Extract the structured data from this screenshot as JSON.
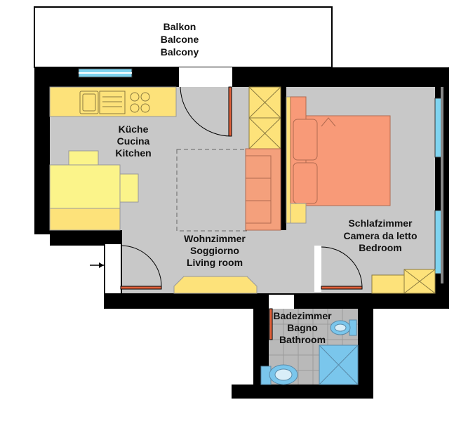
{
  "rooms": {
    "balcony": {
      "de": "Balkon",
      "it": "Balcone",
      "en": "Balcony"
    },
    "kitchen": {
      "de": "Küche",
      "it": "Cucina",
      "en": "Kitchen"
    },
    "living": {
      "de": "Wohnzimmer",
      "it": "Soggiorno",
      "en": "Living room"
    },
    "bedroom": {
      "de": "Schlafzimmer",
      "it": "Camera da letto",
      "en": "Bedroom"
    },
    "bathroom": {
      "de": "Badezimmer",
      "it": "Bagno",
      "en": "Bathroom"
    }
  },
  "colors": {
    "wall": "#000000",
    "floor": "#c8c8c8",
    "furniture_yellow": "#fde27a",
    "table_yellow": "#fbf48a",
    "sofa_salmon": "#f4a07c",
    "bed_salmon": "#f89a78",
    "window_blue": "#7fd4f0",
    "door_red": "#e0603a",
    "bathroom_floor": "#b9b9b9",
    "fixture_blue": "#7ac6ec"
  },
  "icons": [
    "entrance-arrow-icon",
    "sink-icon",
    "stove-icon",
    "toilet-icon",
    "shower-icon",
    "washbasin-icon"
  ]
}
